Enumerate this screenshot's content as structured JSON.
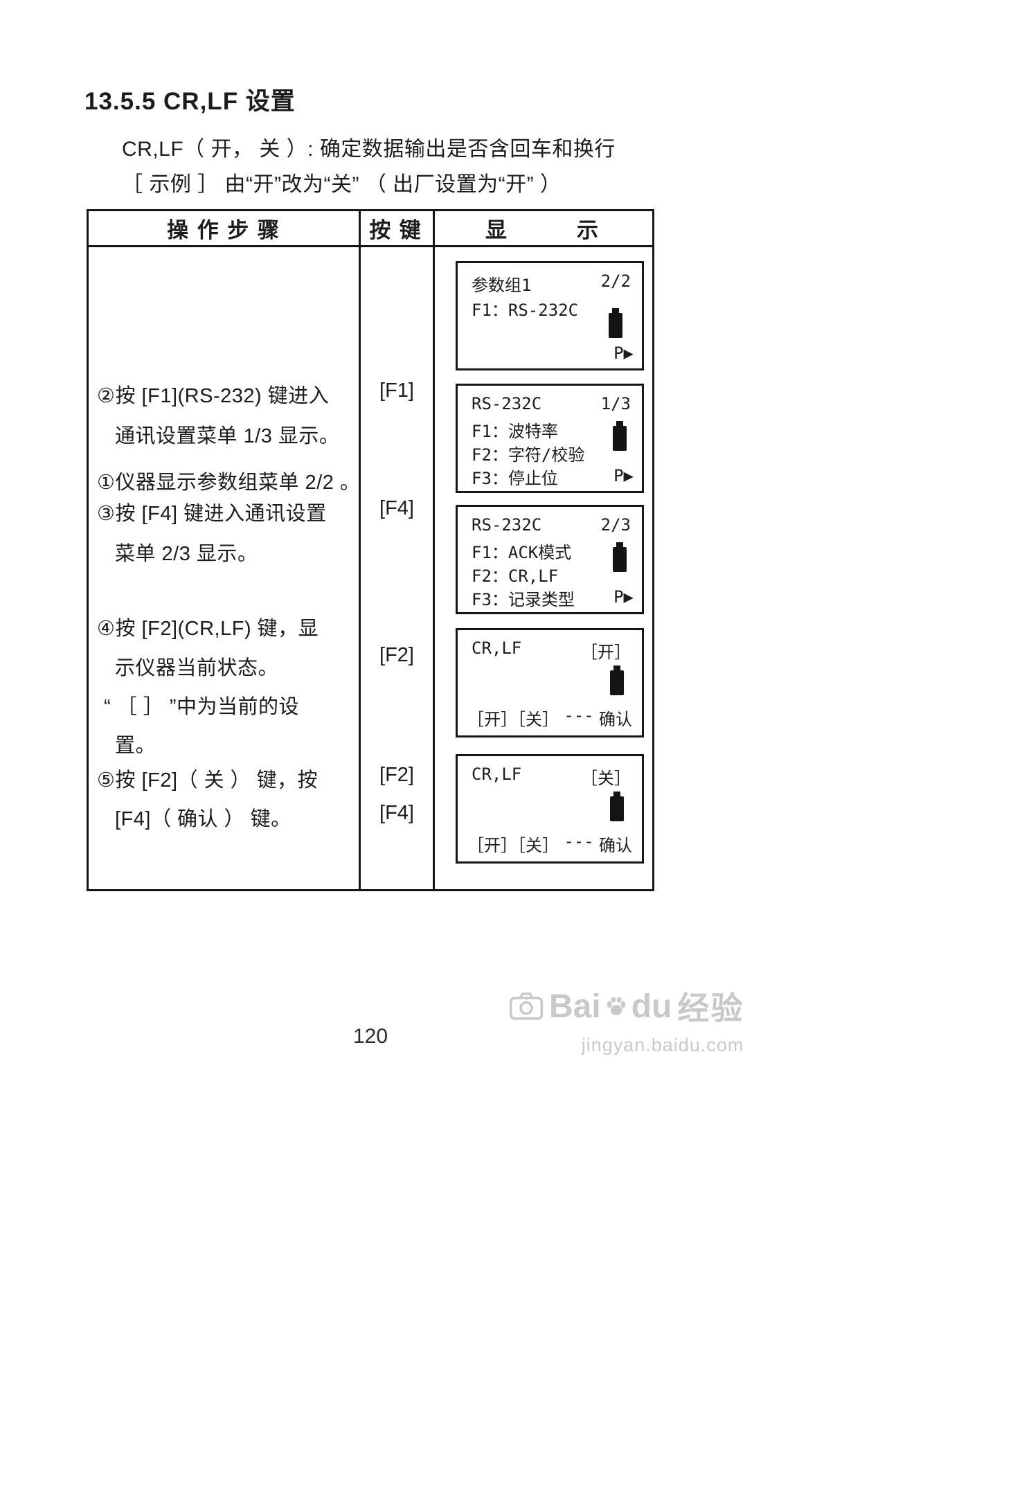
{
  "doc": {
    "title": "13.5.5 CR,LF 设置",
    "intro_line1": "CR,LF（ 开， 关 ）: 确定数据输出是否含回车和换行",
    "intro_line2": "［ 示例 ］ 由“开”改为“关” （ 出厂设置为“开” ）",
    "page_number": "120"
  },
  "colors": {
    "ink": "#1c1c1c",
    "watermark_gray": "#c9c9c9"
  },
  "icons": {
    "battery": "filled-vertical-battery",
    "pager": "P-with-right-triangle",
    "camera": "camera-outline",
    "paw": "baidu-paw"
  },
  "table": {
    "header": {
      "steps": "操 作 步 骤",
      "keys": "按 键",
      "display": "显　　　示"
    },
    "steps": [
      {
        "lines": [
          "①仪器显示参数组菜单 2/2 。"
        ]
      },
      {
        "lines": [
          "②按 [F1](RS-232) 键进入",
          "通讯设置菜单 1/3 显示。"
        ]
      },
      {
        "lines": [
          "③按 [F4] 键进入通讯设置",
          "菜单 2/3 显示。"
        ]
      },
      {
        "lines": [
          "④按 [F2](CR,LF) 键，显",
          "示仪器当前状态。",
          "“ ［ ］ ”中为当前的设",
          "置。"
        ]
      },
      {
        "lines": [
          "⑤按 [F2]（ 关 ） 键，按",
          "[F4]（ 确认 ） 键。"
        ]
      }
    ],
    "keys": [
      "[F1]",
      "[F4]",
      "[F2]",
      "[F2]",
      "[F4]"
    ],
    "displays": [
      {
        "title": "参数组1",
        "status": "2/2",
        "lines": [
          "F1：RS-232C"
        ],
        "pager": "P▶"
      },
      {
        "title": "RS-232C",
        "status": "1/3",
        "lines": [
          "F1：波特率",
          "F2：字符/校验",
          "F3：停止位"
        ],
        "pager": "P▶"
      },
      {
        "title": "RS-232C",
        "status": "2/3",
        "lines": [
          "F1：ACK模式",
          "F2：CR,LF",
          "F3：记录类型"
        ],
        "pager": "P▶"
      },
      {
        "title": "CR,LF",
        "status": "［开］",
        "softkeys": "［开］［关］",
        "dashes": "---",
        "confirm": "确认"
      },
      {
        "title": "CR,LF",
        "status": "［关］",
        "softkeys": "［开］［关］",
        "dashes": "---",
        "confirm": "确认"
      }
    ]
  },
  "watermark": {
    "brand_a": "Bai",
    "brand_b": "du",
    "suffix": "经验",
    "url": "jingyan.baidu.com"
  }
}
